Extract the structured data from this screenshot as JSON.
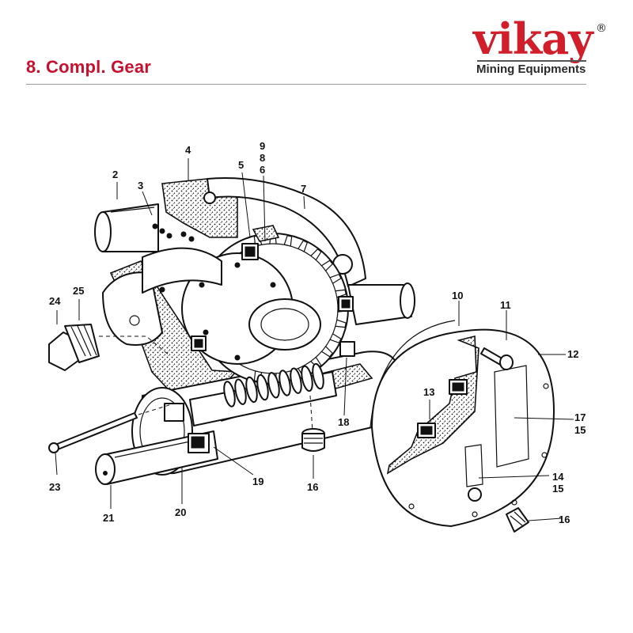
{
  "header": {
    "title": "8. Compl. Gear",
    "title_color": "#c8102e"
  },
  "logo": {
    "word": "vikay",
    "registered": "®",
    "tagline": "Mining Equipments",
    "color": "#d01f2a"
  },
  "callouts": [
    {
      "id": "c2",
      "text": "2"
    },
    {
      "id": "c3",
      "text": "3"
    },
    {
      "id": "c4",
      "text": "4"
    },
    {
      "id": "c5",
      "text": "5"
    },
    {
      "id": "c9",
      "text": "9"
    },
    {
      "id": "c8",
      "text": "8"
    },
    {
      "id": "c6",
      "text": "6"
    },
    {
      "id": "c7",
      "text": "7"
    },
    {
      "id": "c24",
      "text": "24"
    },
    {
      "id": "c25",
      "text": "25"
    },
    {
      "id": "c10",
      "text": "10"
    },
    {
      "id": "c11",
      "text": "11"
    },
    {
      "id": "c12",
      "text": "12"
    },
    {
      "id": "c13",
      "text": "13"
    },
    {
      "id": "c17",
      "text": "17"
    },
    {
      "id": "c15a",
      "text": "15"
    },
    {
      "id": "c18",
      "text": "18"
    },
    {
      "id": "c14",
      "text": "14"
    },
    {
      "id": "c15b",
      "text": "15"
    },
    {
      "id": "c16a",
      "text": "16"
    },
    {
      "id": "c16b",
      "text": "16"
    },
    {
      "id": "c19",
      "text": "19"
    },
    {
      "id": "c23",
      "text": "23"
    },
    {
      "id": "c21",
      "text": "21"
    },
    {
      "id": "c20",
      "text": "20"
    }
  ]
}
